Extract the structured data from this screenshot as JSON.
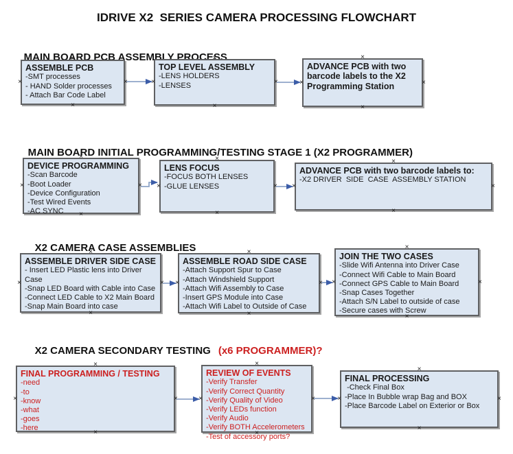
{
  "title": "IDRIVE X2  SERIES CAMERA PROCESSING FLOWCHART",
  "colors": {
    "box_fill": "#dce6f2",
    "box_border": "#5f6062",
    "red_text": "#cc2020",
    "black_text": "#1a1a1a",
    "connector_line": "#8fa5c8",
    "connector_arrowhead": "#3c5da8"
  },
  "icons": {
    "connection_handle": "×",
    "arrowhead": "right-arrowhead"
  },
  "sections": [
    {
      "heading": "MAIN BOARD PCB ASSEMBLY PROCESS",
      "boxes": [
        {
          "title": "ASSEMBLE PCB",
          "lines": [
            "-SMT processes",
            "- HAND Solder processes",
            "- Attach Bar Code Label"
          ]
        },
        {
          "title": "TOP LEVEL ASSEMBLY",
          "lines": [
            "-LENS HOLDERS",
            "-LENSES"
          ]
        },
        {
          "title": "ADVANCE PCB with two barcode labels to the X2 Programming Station",
          "lines": []
        }
      ]
    },
    {
      "heading": "MAIN BOARD INITIAL PROGRAMMING/TESTING STAGE 1 (X2 PROGRAMMER)",
      "boxes": [
        {
          "title": "DEVICE PROGRAMMING",
          "lines": [
            "-Scan Barcode",
            "-Boot Loader",
            "-Device Configuration",
            "-Test Wired Events",
            "-AC SYNC"
          ]
        },
        {
          "title": "LENS FOCUS",
          "lines": [
            "-FOCUS BOTH LENSES",
            "-GLUE LENSES"
          ]
        },
        {
          "title": "ADVANCE PCB with two barcode labels to:",
          "lines": [
            "-X2 DRIVER  SIDE  CASE  ASSEMBLY STATION"
          ]
        }
      ]
    },
    {
      "heading": "X2 CAMERA CASE ASSEMBLIES",
      "boxes": [
        {
          "title": "ASSEMBLE DRIVER SIDE CASE",
          "lines": [
            "- Insert LED Plastic lens into Driver Case",
            "-Snap LED Board with Cable into Case",
            "-Connect LED Cable to X2 Main Board",
            "-Snap Main Board into case"
          ]
        },
        {
          "title": "ASSEMBLE ROAD SIDE CASE",
          "lines": [
            "-Attach Support Spur to Case",
            "-Attach Windshield Support",
            "-Attach Wifi Assembly to Case",
            "-Insert GPS Module into Case",
            "-Attach Wifi Label to Outside of Case"
          ]
        },
        {
          "title": "JOIN THE TWO CASES",
          "lines": [
            "-Slide Wifi Antenna into Driver Case",
            "-Connect Wifi Cable to Main Board",
            "-Connect GPS Cable to Main Board",
            "-Snap Cases Together",
            "-Attach S/N Label to outside of case",
            "-Secure cases with Screw"
          ]
        }
      ]
    },
    {
      "heading": "X2 CAMERA SECONDARY TESTING",
      "heading_red": "(x6 PROGRAMMER)?",
      "boxes": [
        {
          "title": "FINAL PROGRAMMING / TESTING",
          "lines": [
            "-need",
            "-to",
            "-know",
            "-what",
            "-goes",
            "-here"
          ]
        },
        {
          "title": "REVIEW OF EVENTS",
          "lines": [
            "-Verify Transfer",
            "-Verify Correct Quantity",
            "-Verify Quality of Video",
            "-Verify LEDs function",
            "-Verify Audio",
            "-Verify BOTH Accelerometers",
            "-Test of accessory ports?"
          ]
        },
        {
          "title": "FINAL PROCESSING",
          "lines": [
            " -Check Final Box",
            "-Place In Bubble wrap Bag and BOX",
            "-Place Barcode Label on Exterior or Box"
          ]
        }
      ]
    }
  ]
}
